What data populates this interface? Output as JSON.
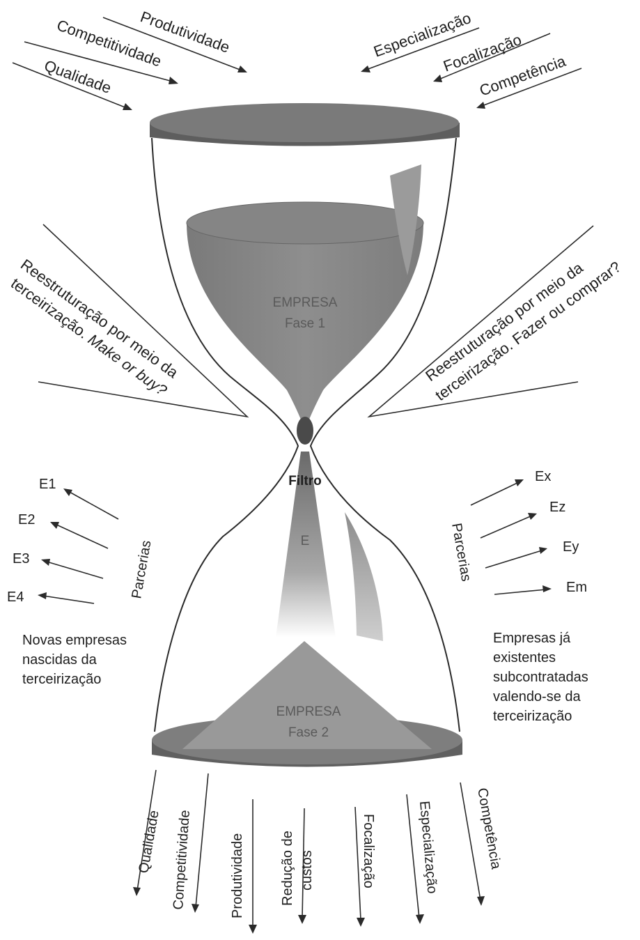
{
  "top_inputs_left": [
    "Produtividade",
    "Competitividade",
    "Qualidade"
  ],
  "top_inputs_right": [
    "Especialização",
    "Focalização",
    "Competência"
  ],
  "upper_vessel": {
    "line1": "EMPRESA",
    "line2": "Fase 1"
  },
  "left_wedge": {
    "line1": "Reestruturação por meio da",
    "line2_plain": "terceirização. ",
    "line2_italic": "Make or buy?"
  },
  "right_wedge": {
    "line1": "Reestruturação por meio da",
    "line2": "terceirização. Fazer ou comprar?"
  },
  "neck_label": "Filtro",
  "lower_stream_label": "E",
  "left_partners": {
    "label": "Parcerias",
    "items": [
      "E1",
      "E2",
      "E3",
      "E4"
    ],
    "caption": [
      "Novas empresas",
      "nascidas da",
      "terceirização"
    ]
  },
  "right_partners": {
    "label": "Parcerias",
    "items": [
      "Ex",
      "Ez",
      "Ey",
      "Em"
    ],
    "caption": [
      "Empresas já",
      "existentes",
      "subcontratadas",
      "valendo-se da",
      "terceirização"
    ]
  },
  "lower_vessel": {
    "line1": "EMPRESA",
    "line2": "Fase 2"
  },
  "bottom_outputs": [
    "Qualidade",
    "Competitividade",
    "Produtividade",
    "Redução de",
    "custos",
    "Focalização",
    "Especialização",
    "Competência"
  ],
  "colors": {
    "disc": "#6e6e6e",
    "sand": "#8a8a8a",
    "pyramid": "#999999",
    "line": "#2a2a2a"
  }
}
